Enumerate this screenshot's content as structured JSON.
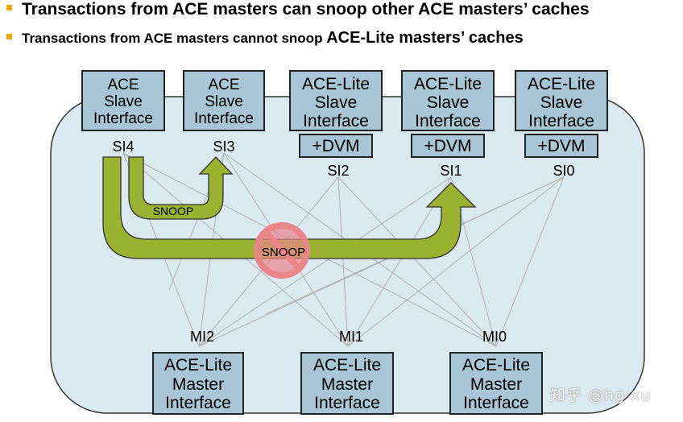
{
  "bullets": [
    {
      "text": "Transactions from ACE masters can snoop other ACE masters’ caches"
    },
    {
      "text_a": "Transactions from ACE masters cannot snoop ",
      "text_b": "ACE-Lite masters’ caches"
    }
  ],
  "slaves": [
    {
      "id": "SI4",
      "lines": [
        "ACE",
        "Slave",
        "Interface"
      ],
      "dvm": ""
    },
    {
      "id": "SI3",
      "lines": [
        "ACE",
        "Slave",
        "Interface"
      ],
      "dvm": ""
    },
    {
      "id": "SI2",
      "lines": [
        "ACE-Lite",
        "Slave",
        "Interface"
      ],
      "dvm": "+DVM"
    },
    {
      "id": "SI1",
      "lines": [
        "ACE-Lite",
        "Slave",
        "Interface"
      ],
      "dvm": "+DVM"
    },
    {
      "id": "SI0",
      "lines": [
        "ACE-Lite",
        "Slave",
        "Interface"
      ],
      "dvm": "+DVM"
    }
  ],
  "masters": [
    {
      "id": "MI2",
      "lines": [
        "ACE-Lite",
        "Master",
        "Interface"
      ]
    },
    {
      "id": "MI1",
      "lines": [
        "ACE-Lite",
        "Master",
        "Interface"
      ]
    },
    {
      "id": "MI0",
      "lines": [
        "ACE-Lite",
        "Master",
        "Interface"
      ]
    }
  ],
  "arrows": {
    "small_label": "SNOOP",
    "big_label": "SNOOP"
  },
  "watermark": "知乎 @hg xu",
  "colors": {
    "interconnect_fill": "#dbe9f1",
    "box_fill": "#a9c6d6",
    "arrow_fill": "#9bb231",
    "prohibit": "#e8868a",
    "bullet": "#f0a500"
  }
}
